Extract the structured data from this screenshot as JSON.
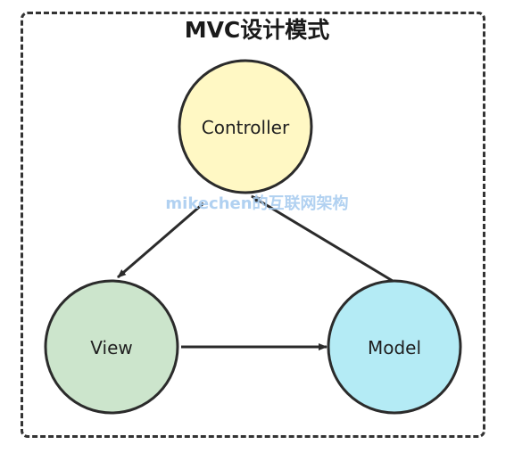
{
  "diagram": {
    "title": "MVC设计模式",
    "watermark": "mikechen的互联网架构",
    "nodes": [
      {
        "id": "controller",
        "label": "Controller",
        "color": "#fff8c4"
      },
      {
        "id": "view",
        "label": "View",
        "color": "#cce5cc"
      },
      {
        "id": "model",
        "label": "Model",
        "color": "#b4ebf5"
      }
    ],
    "edges": [
      {
        "from": "controller",
        "to": "view"
      },
      {
        "from": "view",
        "to": "model"
      },
      {
        "from": "model",
        "to": "controller"
      }
    ],
    "colors": {
      "stroke": "#2b2b2b",
      "frame": "#333333",
      "watermark": "#a9cdf0"
    }
  }
}
